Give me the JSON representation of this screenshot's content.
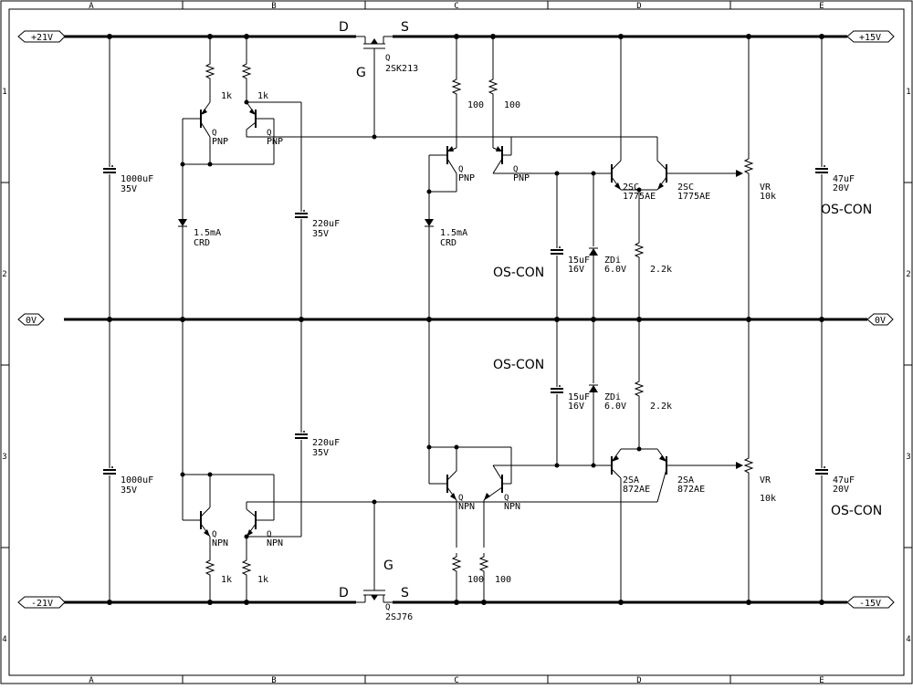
{
  "border": {
    "columns": [
      "A",
      "B",
      "C",
      "D",
      "E"
    ],
    "rows": [
      "1",
      "2",
      "3",
      "4"
    ]
  },
  "rails": {
    "pos_in": "+21V",
    "pos_out": "+15V",
    "gnd_left": "0V",
    "gnd_right": "0V",
    "neg_in": "-21V",
    "neg_out": "-15V"
  },
  "fet_top": {
    "ref": "Q",
    "part": "2SK213",
    "d": "D",
    "s": "S",
    "g": "G"
  },
  "fet_bot": {
    "ref": "Q",
    "part": "2SJ76",
    "d": "D",
    "s": "S",
    "g": "G"
  },
  "cap_in_top": {
    "value": "1000uF",
    "rating": "35V"
  },
  "cap_in_bot": {
    "value": "1000uF",
    "rating": "35V"
  },
  "res_b1": "1k",
  "res_b2": "1k",
  "res_b3": "1k",
  "res_b4": "1k",
  "pnp_b1": {
    "ref": "Q",
    "type": "PNP"
  },
  "pnp_b2": {
    "ref": "Q",
    "type": "PNP"
  },
  "npn_b1": {
    "ref": "Q",
    "type": "NPN"
  },
  "npn_b2": {
    "ref": "Q",
    "type": "NPN"
  },
  "crd_left": {
    "value": "1.5mA",
    "type": "CRD"
  },
  "crd_mid": {
    "value": "1.5mA",
    "type": "CRD"
  },
  "cap_b_top": {
    "value": "220uF",
    "rating": "35V"
  },
  "cap_b_bot": {
    "value": "220uF",
    "rating": "35V"
  },
  "res_c1": "100",
  "res_c2": "100",
  "res_c3": "100",
  "res_c4": "100",
  "pnp_c1": {
    "ref": "Q",
    "type": "PNP"
  },
  "pnp_c2": {
    "ref": "Q",
    "type": "PNP"
  },
  "npn_c1": {
    "ref": "Q",
    "type": "NPN"
  },
  "npn_c2": {
    "ref": "Q",
    "type": "NPN"
  },
  "oscon_mid_top": "OS-CON",
  "oscon_mid_bot": "OS-CON",
  "cap_ref_top": {
    "value": "15uF",
    "rating": "16V"
  },
  "cap_ref_bot": {
    "value": "15uF",
    "rating": "16V"
  },
  "zener_top": {
    "type": "ZDi",
    "value": "6.0V"
  },
  "zener_bot": {
    "type": "ZDi",
    "value": "6.0V"
  },
  "res_d_top": "2.2k",
  "res_d_bot": "2.2k",
  "q_2sc_a": {
    "part": "2SC",
    "num": "1775AE"
  },
  "q_2sc_b": {
    "part": "2SC",
    "num": "1775AE"
  },
  "q_2sa_a": {
    "part": "2SA",
    "num": "872AE"
  },
  "q_2sa_b": {
    "part": "2SA",
    "num": "872AE"
  },
  "vr_top": {
    "type": "VR",
    "value": "10k"
  },
  "vr_bot": {
    "type": "VR",
    "value": "10k"
  },
  "cap_out_top": {
    "value": "47uF",
    "rating": "20V"
  },
  "cap_out_bot": {
    "value": "47uF",
    "rating": "20V"
  },
  "oscon_out_top": "OS-CON",
  "oscon_out_bot": "OS-CON"
}
